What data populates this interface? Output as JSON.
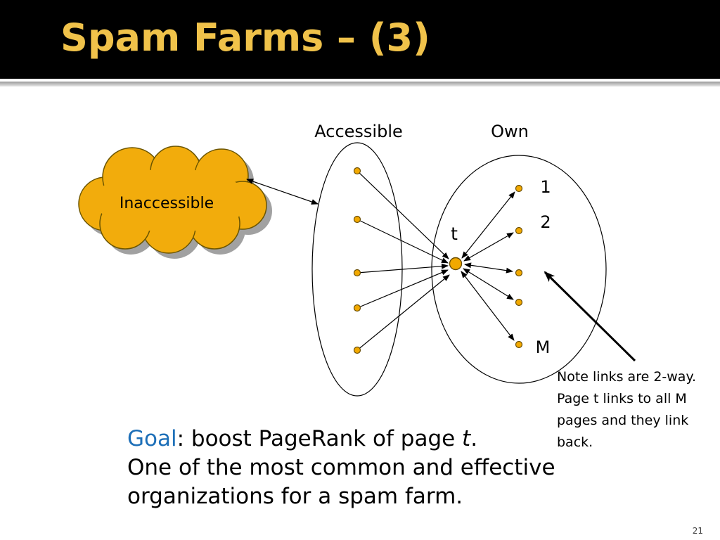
{
  "slide": {
    "title": "Spam Farms – (3)",
    "page_number": "21"
  },
  "colors": {
    "title_bar": "#000000",
    "title_text": "#f0c24a",
    "node_fill": "#f2a900",
    "cloud_fill": "#f2ac0c",
    "goal_word": "#1d6fb8"
  },
  "diagram": {
    "cloud_label": "Inaccessible",
    "accessible_label": "Accessible",
    "own_label": "Own",
    "target_label": "t",
    "own_node_labels": {
      "first": "1",
      "second": "2",
      "last": "M"
    }
  },
  "note": {
    "text": "Note links are 2-way. Page t links to all M pages and they link back."
  },
  "goal": {
    "keyword": "Goal",
    "sentence_prefix": ": boost PageRank of page ",
    "page_name": "t",
    "sentence_suffix": ".",
    "second_sentence": "One of the most common and effective organizations for a spam farm."
  }
}
